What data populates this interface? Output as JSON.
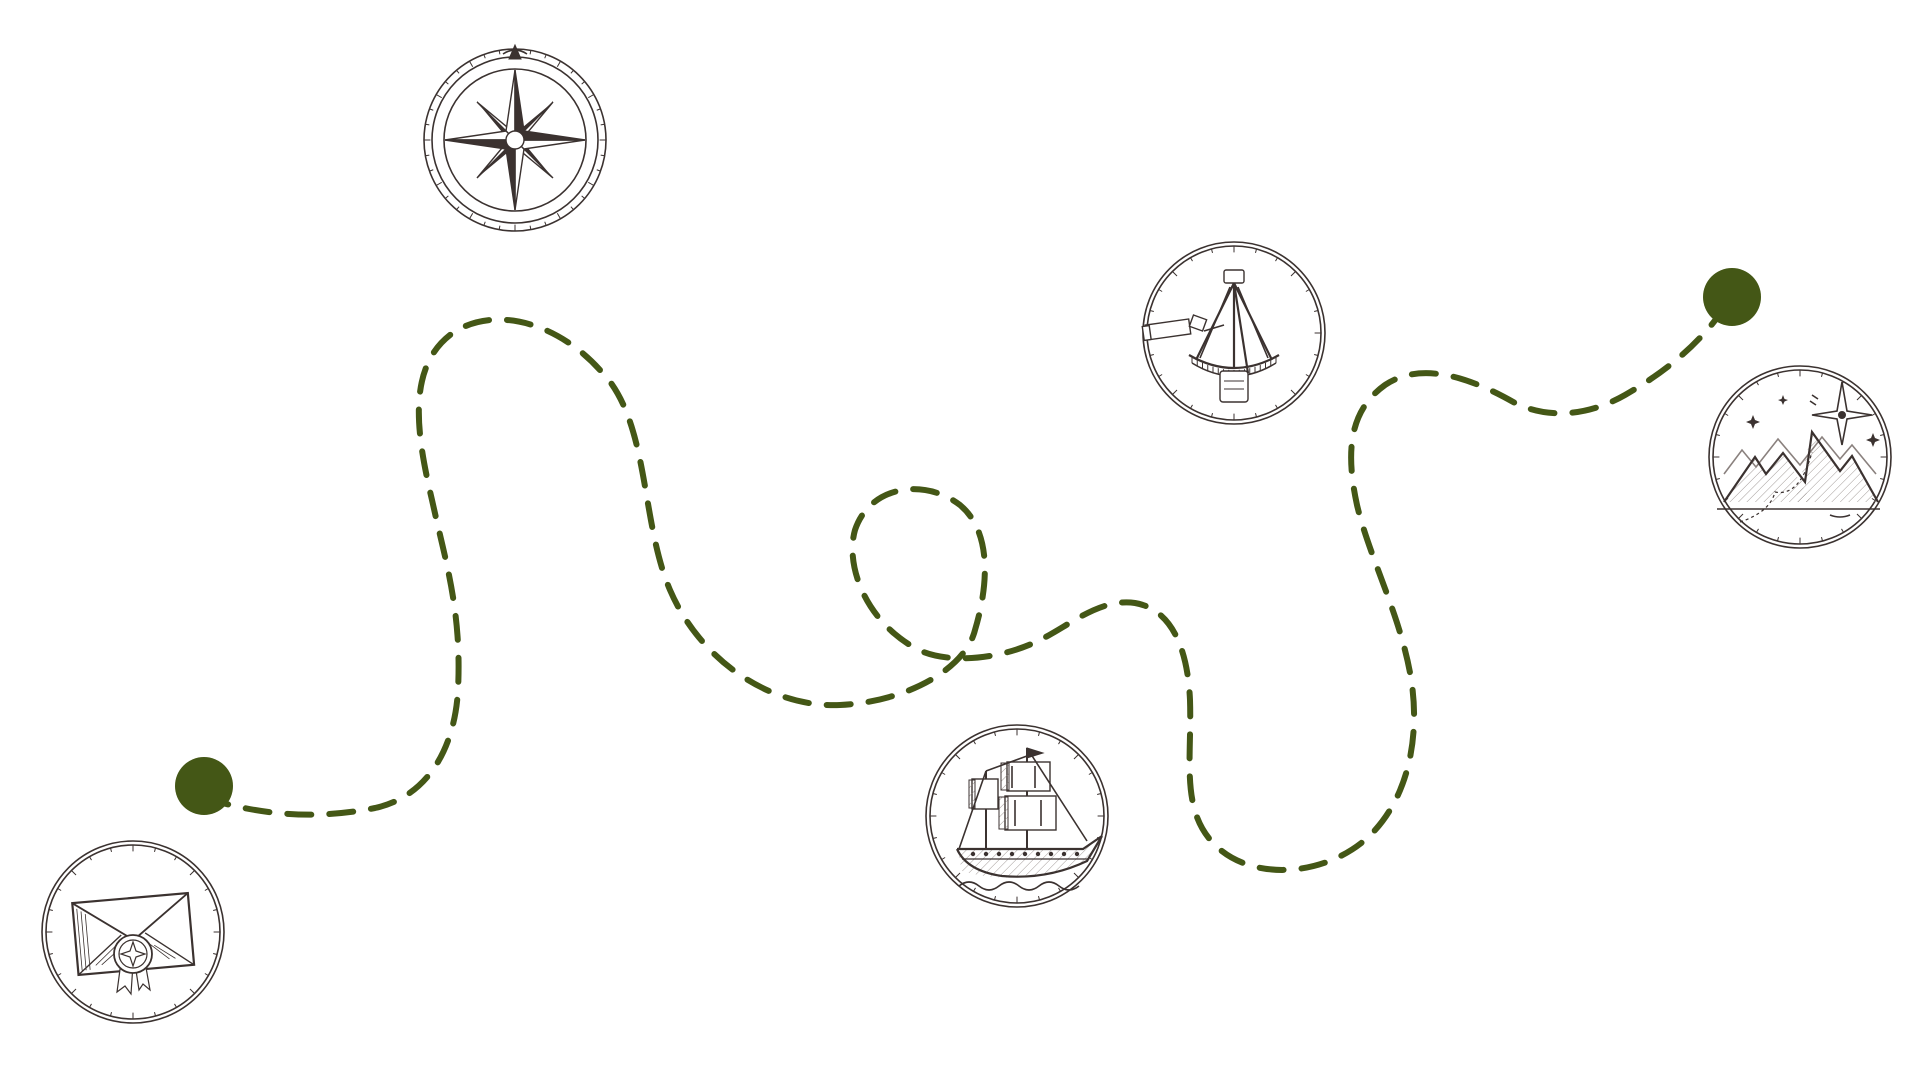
{
  "colors": {
    "route": "#445716",
    "ink": "#3b3230",
    "ink_light": "#6b625f",
    "background": "#ffffff"
  },
  "route": {
    "style": "dashed",
    "endpoints": [
      "start-marker",
      "end-marker"
    ]
  },
  "icons": [
    {
      "id": "compass",
      "depicts": "compass-rose-icon"
    },
    {
      "id": "sextant",
      "depicts": "sextant-icon"
    },
    {
      "id": "mountains",
      "depicts": "mountains-star-icon"
    },
    {
      "id": "ship",
      "depicts": "sailing-ship-icon"
    },
    {
      "id": "letter",
      "depicts": "sealed-envelope-icon"
    }
  ]
}
